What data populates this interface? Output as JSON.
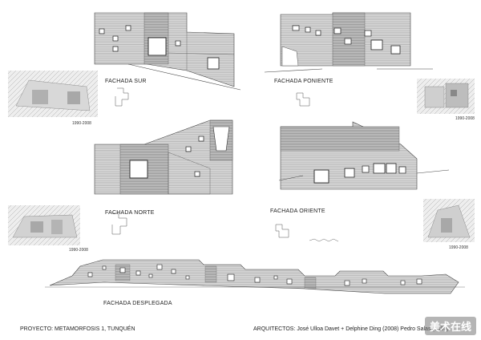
{
  "labels": {
    "fachada_sur": "FACHADA SUR",
    "fachada_poniente": "FACHADA PONIENTE",
    "fachada_norte": "FACHADA NORTE",
    "fachada_oriente": "FACHADA ORIENTE",
    "fachada_desplegada": "FACHADA DESPLEGADA"
  },
  "photo_captions": {
    "sur": "1990-2008",
    "poniente": "1990-2008",
    "norte": "1990-2008",
    "oriente": "1990-2008"
  },
  "footer": {
    "project": "PROYECTO: METAMORFOSIS 1, TUNQUÉN",
    "architects": "ARQUITECTOS:  José Ulloa Davet + Delphine Ding (2008) Pedro Salas (1990)"
  },
  "watermark": "美术在线",
  "colors": {
    "line": "#444444",
    "wall": "#cfcfcf",
    "wall_dark": "#b4b4b4"
  }
}
